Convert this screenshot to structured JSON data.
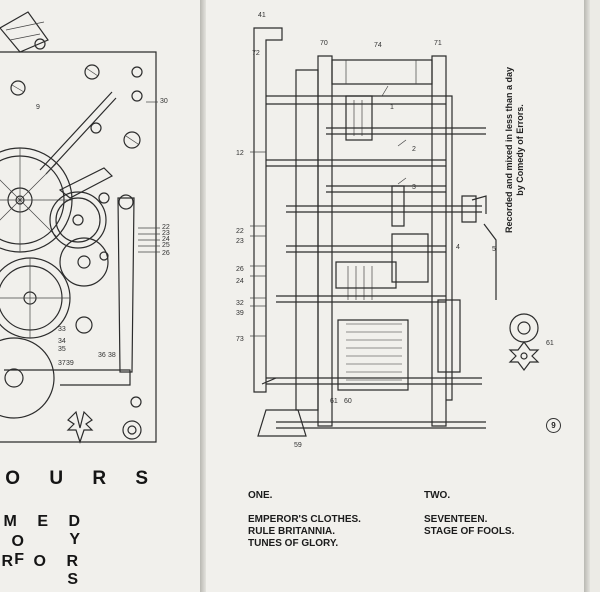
{
  "left_panel": {
    "band_word_partial": "O U R S",
    "band_line2_partial": "M E D Y",
    "band_line3_partial": "O F",
    "band_line4_partial": "R O R S",
    "diagram_labels": [
      "9",
      "30",
      "22",
      "23",
      "24",
      "25",
      "26",
      "33",
      "34",
      "35",
      "36",
      "37",
      "38",
      "39"
    ]
  },
  "middle_panel": {
    "credit_line1": "Recorded and mixed in less than a day",
    "credit_line2": "by Comedy of Errors.",
    "page_number": "9",
    "diagram_labels": [
      "41",
      "72",
      "70",
      "74",
      "71",
      "1",
      "2",
      "3",
      "4",
      "5",
      "12",
      "22",
      "23",
      "26",
      "24",
      "32",
      "39",
      "73",
      "61",
      "60",
      "59",
      "61"
    ],
    "side_one": {
      "heading": "ONE.",
      "tracks": [
        "EMPEROR'S CLOTHES.",
        "RULE BRITANNIA.",
        "TUNES OF GLORY."
      ]
    },
    "side_two": {
      "heading": "TWO.",
      "tracks": [
        "SEVENTEEN.",
        "STAGE OF FOOLS."
      ]
    }
  }
}
